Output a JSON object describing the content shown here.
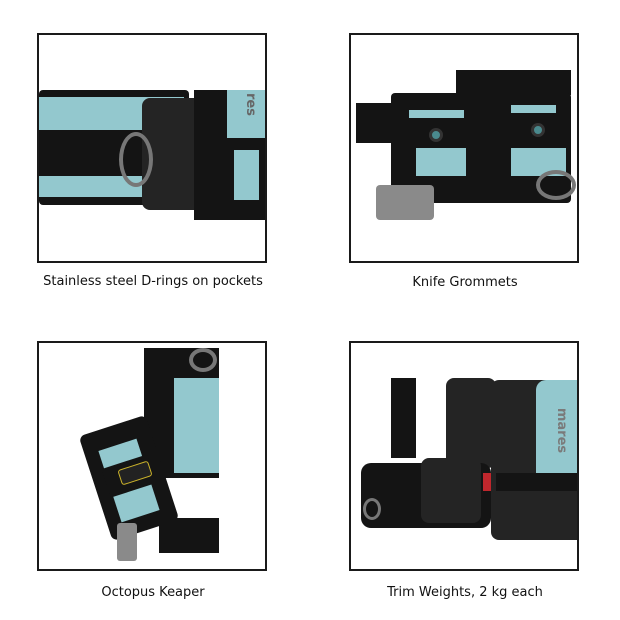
{
  "panels": [
    {
      "caption": "Stainless steel D-rings on pockets",
      "image_alt": "BCD pocket with stainless steel D-ring",
      "brand_text": "res"
    },
    {
      "caption": "Knife Grommets",
      "image_alt": "BCD pocket with knife grommets and buckle"
    },
    {
      "caption": "Octopus Keaper",
      "image_alt": "Octopus keeper holder on shoulder strap"
    },
    {
      "caption": "Trim Weights, 2 kg each",
      "image_alt": "BCD side view with trim weight pockets",
      "brand_text": "mares"
    }
  ],
  "colors": {
    "frame_border": "#1a1a1a",
    "fabric_aqua": "#93c8ce",
    "fabric_black": "#141414",
    "metal_grey": "#8a8a8a"
  }
}
